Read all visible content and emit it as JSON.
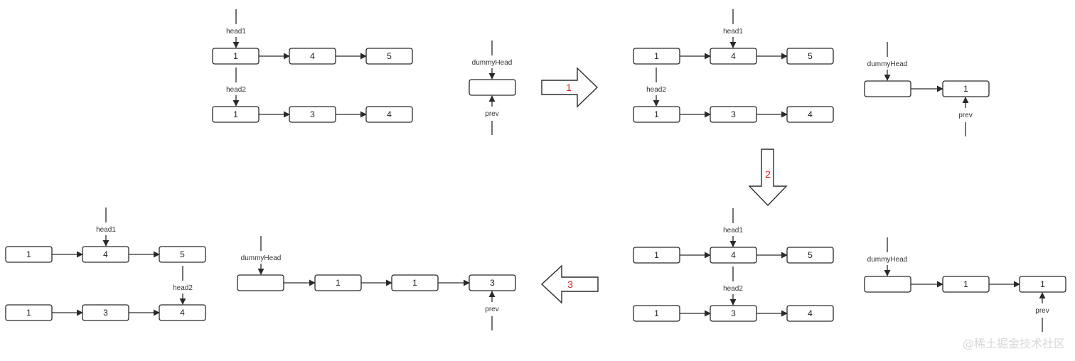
{
  "node_values": {
    "p1_l1": [
      "1",
      "4",
      "5"
    ],
    "p1_l2": [
      "1",
      "3",
      "4"
    ],
    "p1_dummy": "",
    "p2_l1": [
      "1",
      "4",
      "5"
    ],
    "p2_l2": [
      "1",
      "3",
      "4"
    ],
    "p2_result": [
      "",
      "1"
    ],
    "p3_l1": [
      "1",
      "4",
      "5"
    ],
    "p3_l2": [
      "1",
      "3",
      "4"
    ],
    "p3_result": [
      "",
      "1",
      "1"
    ],
    "p4_l1": [
      "1",
      "4",
      "5"
    ],
    "p4_l2": [
      "1",
      "3",
      "4"
    ],
    "p4_result": [
      "",
      "1",
      "1",
      "3"
    ]
  },
  "pointer_labels": {
    "head1": "head1",
    "head2": "head2",
    "dummyHead": "dummyHead",
    "prev": "prev"
  },
  "step_numbers": [
    "1",
    "2",
    "3"
  ],
  "watermark": "@稀土掘金技术社区"
}
